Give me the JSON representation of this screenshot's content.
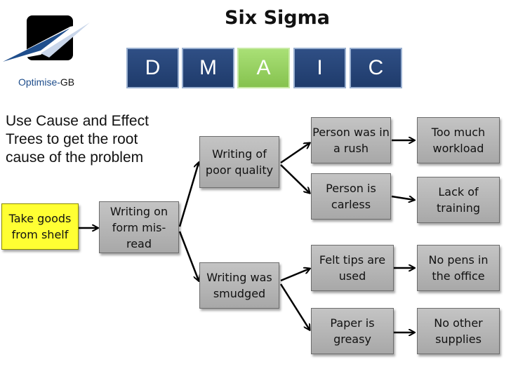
{
  "title": "Six Sigma",
  "brand": {
    "part1": "Optimise-",
    "part2": "GB"
  },
  "dmaic": [
    {
      "label": "D",
      "active": false
    },
    {
      "label": "M",
      "active": false
    },
    {
      "label": "A",
      "active": true
    },
    {
      "label": "I",
      "active": false
    },
    {
      "label": "C",
      "active": false
    }
  ],
  "note": "Use Cause and Effect Trees to get the root cause of the problem",
  "nodes": {
    "start": "Take goods from shelf",
    "level1": "Writing on form mis-read",
    "poor_quality": "Writing of poor quality",
    "smudged": "Writing was smudged",
    "rush": "Person was in a rush",
    "careless": "Person is carless",
    "felt_tips": "Felt tips are used",
    "greasy": "Paper is greasy",
    "workload": "Too much workload",
    "training": "Lack of training",
    "no_pens": "No pens in the office",
    "no_supplies": "No other supplies"
  },
  "colors": {
    "phase": "#2f4f85",
    "phase_active": "#9bd463",
    "start": "#ffff33",
    "node": "#b8b8b8",
    "logo_blue": "#1f4e8c"
  }
}
